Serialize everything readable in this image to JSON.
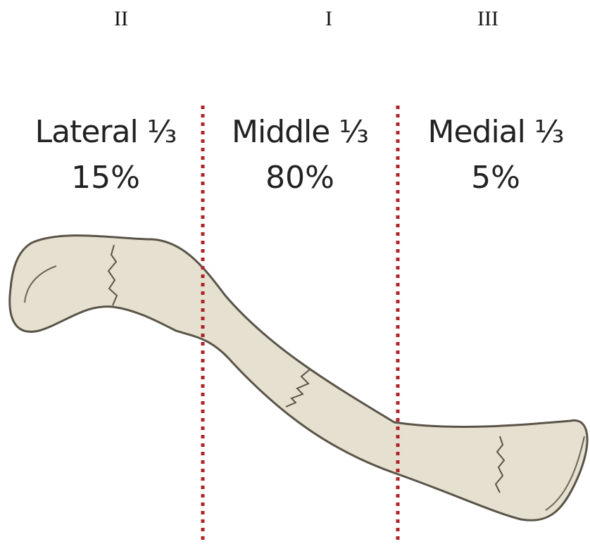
{
  "classification_labels": {
    "lateral": "II",
    "middle": "I",
    "medial": "III"
  },
  "sections": {
    "lateral": {
      "label": "Lateral ⅓",
      "percent": "15%"
    },
    "middle": {
      "label": "Middle ⅓",
      "percent": "80%"
    },
    "medial": {
      "label": "Medial ⅓",
      "percent": "5%"
    }
  },
  "colors": {
    "bone_fill": "#e6e0d0",
    "bone_outline": "#5a5448",
    "divider": "#b0222a",
    "text": "#222222"
  }
}
